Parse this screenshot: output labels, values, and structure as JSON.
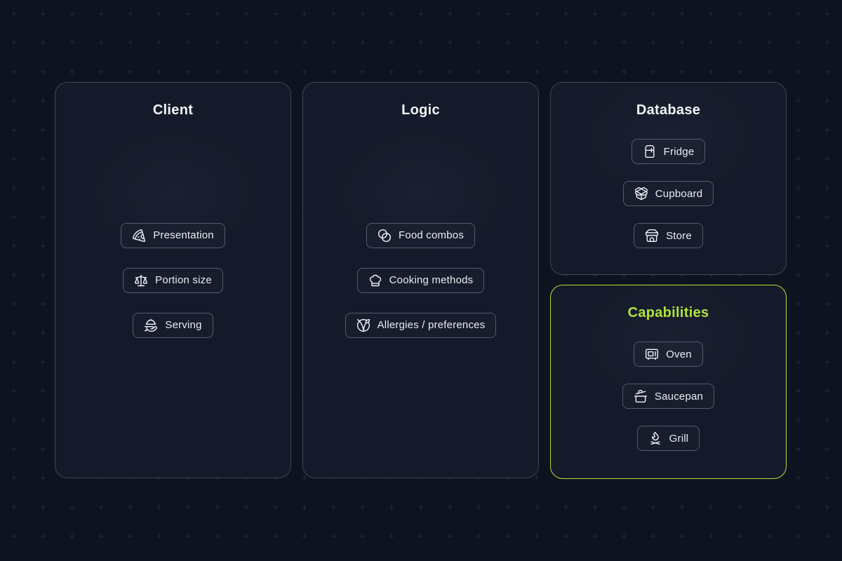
{
  "colors": {
    "background": "#0e1320",
    "card_background": "#141a29",
    "card_border": "#3d4859",
    "button_border": "#525d6f",
    "text_primary": "#f2f5f9",
    "button_text": "#e9edf2",
    "accent_lime": "#b2e23c",
    "pattern_plus": "#232b3c"
  },
  "background": {
    "pattern_glyph": "+"
  },
  "cards": [
    {
      "id": "client",
      "title": "Client",
      "accent": false,
      "buttons": [
        {
          "icon": "pizza-icon",
          "label": "Presentation"
        },
        {
          "icon": "scale-icon",
          "label": "Portion size"
        },
        {
          "icon": "hand-platter-icon",
          "label": "Serving"
        }
      ]
    },
    {
      "id": "logic",
      "title": "Logic",
      "accent": false,
      "buttons": [
        {
          "icon": "blend-icon",
          "label": "Food combos"
        },
        {
          "icon": "chef-hat-icon",
          "label": "Cooking methods"
        },
        {
          "icon": "vegan-icon",
          "label": "Allergies / preferences"
        }
      ]
    },
    {
      "id": "database",
      "title": "Database",
      "accent": false,
      "buttons": [
        {
          "icon": "refrigerator-icon",
          "label": "Fridge"
        },
        {
          "icon": "package-open-icon",
          "label": "Cupboard"
        },
        {
          "icon": "store-icon",
          "label": "Store"
        }
      ]
    },
    {
      "id": "capabilities",
      "title": "Capabilities",
      "accent": true,
      "buttons": [
        {
          "icon": "microwave-icon",
          "label": "Oven"
        },
        {
          "icon": "cooking-pot-icon",
          "label": "Saucepan"
        },
        {
          "icon": "flame-kindling-icon",
          "label": "Grill"
        }
      ]
    }
  ]
}
